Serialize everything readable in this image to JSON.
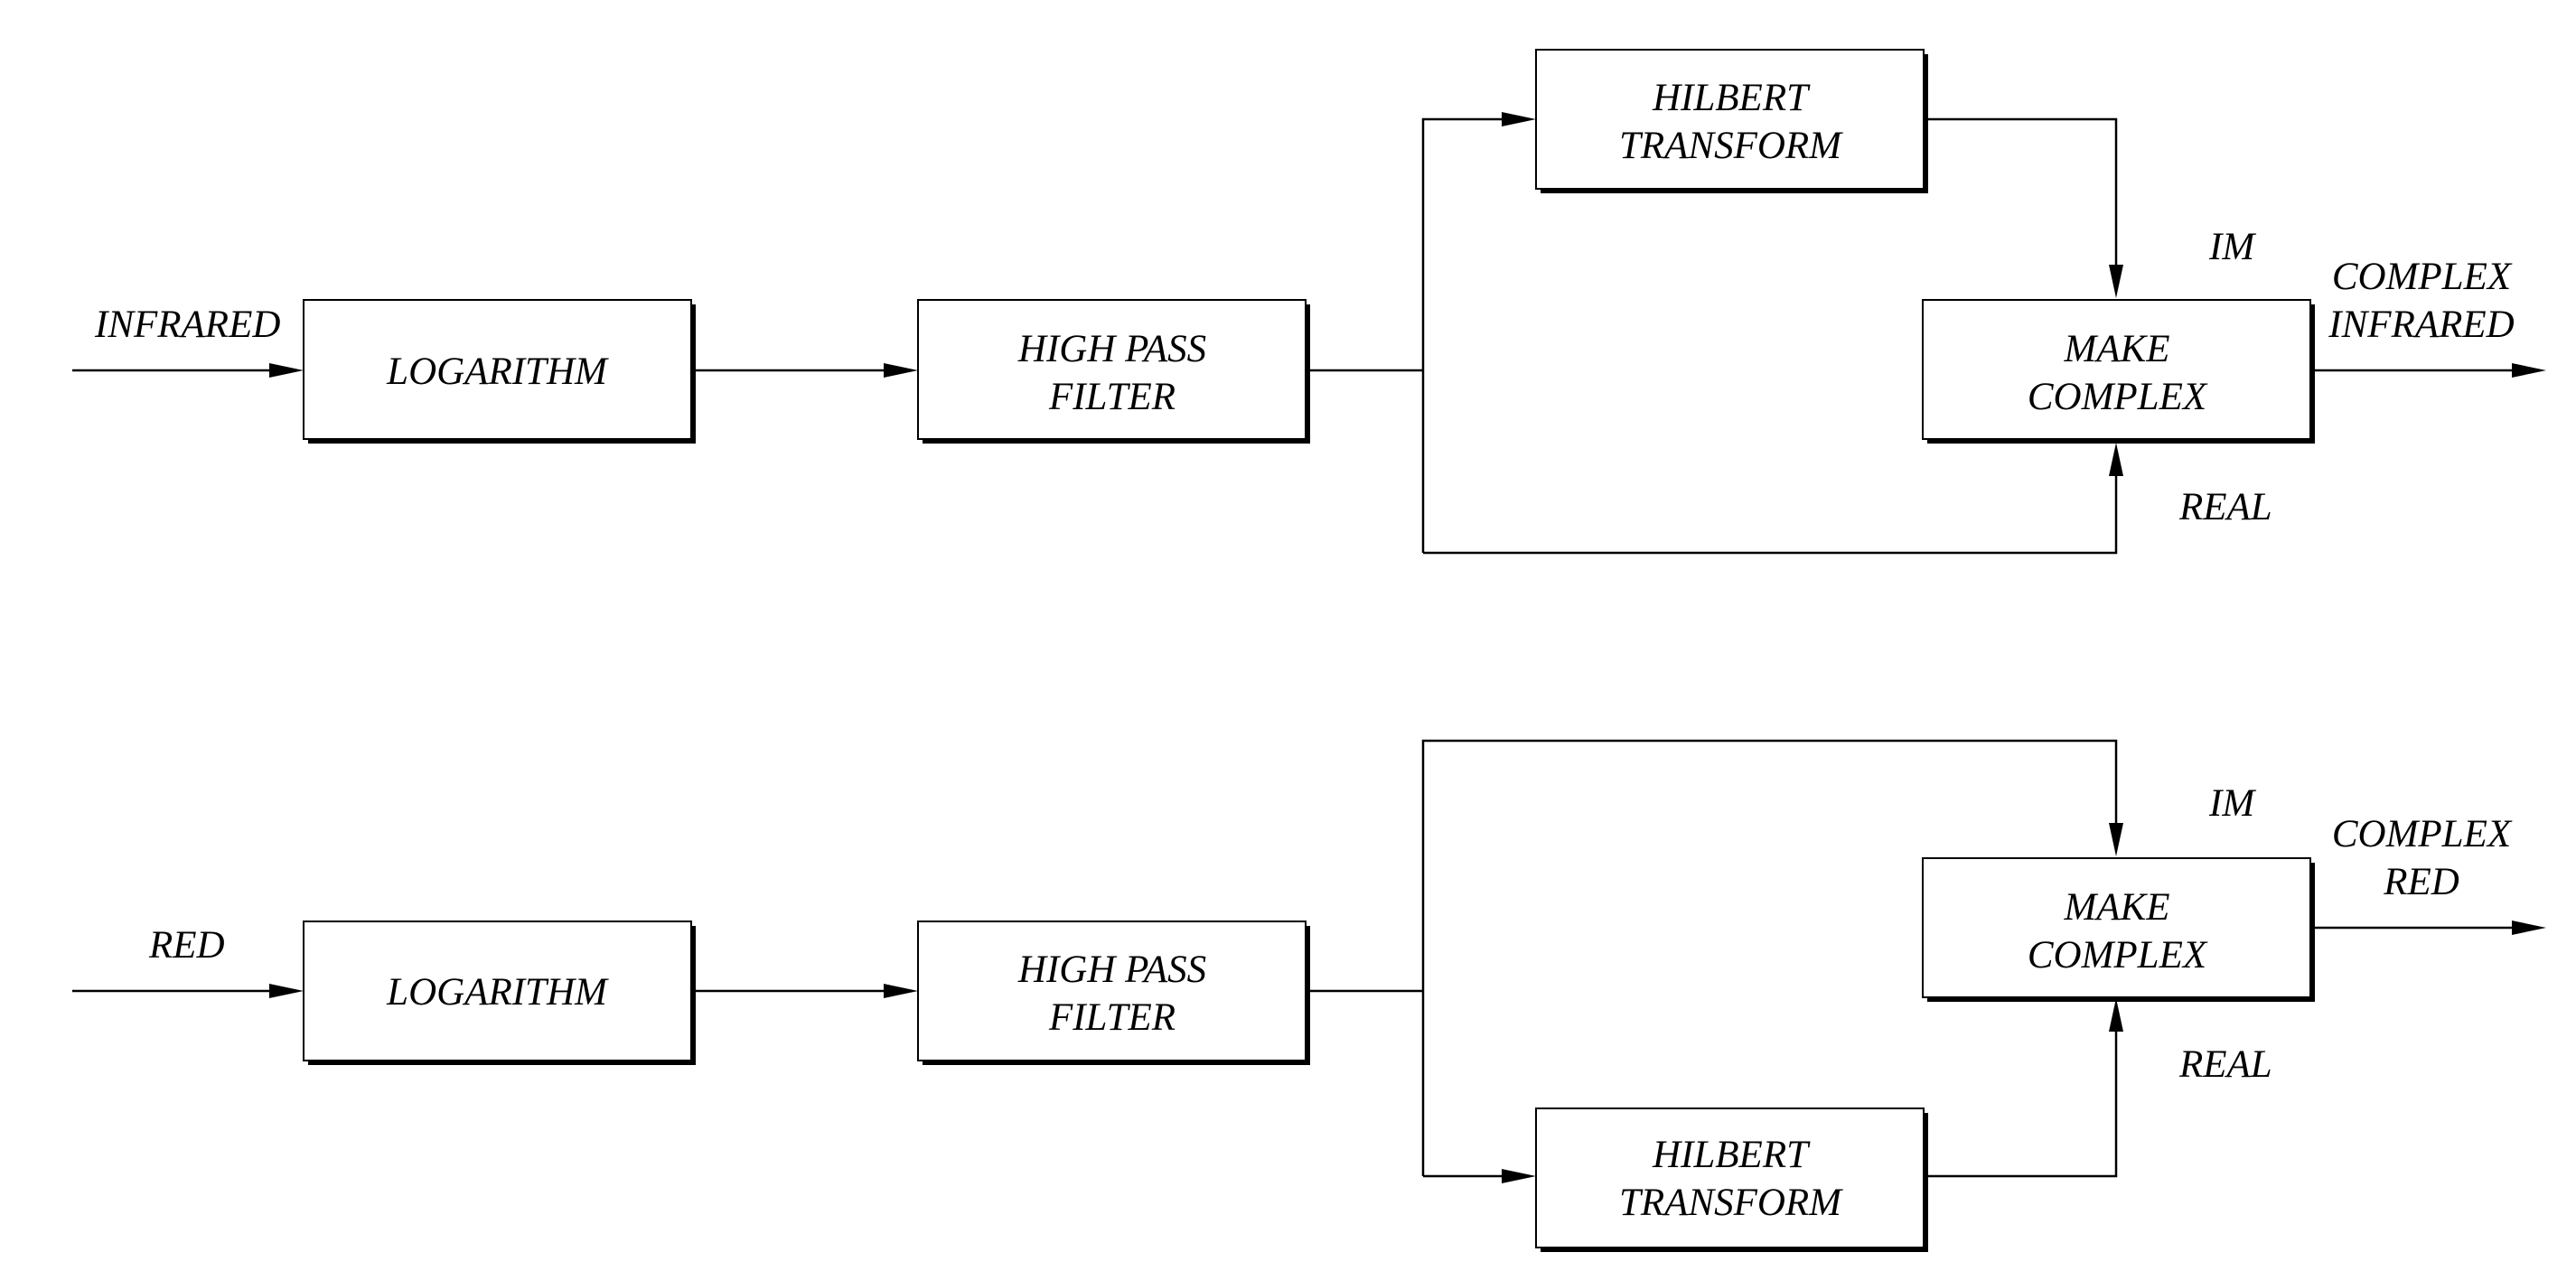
{
  "top_chain": {
    "input_label": "INFRARED",
    "log_block": "LOGARITHM",
    "hpf_block": [
      "HIGH PASS",
      "FILTER"
    ],
    "hilbert_block": [
      "HILBERT",
      "TRANSFORM"
    ],
    "make_complex_block": [
      "MAKE",
      "COMPLEX"
    ],
    "im_label": "IM",
    "real_label": "REAL",
    "output_label": [
      "COMPLEX",
      "INFRARED"
    ]
  },
  "bottom_chain": {
    "input_label": "RED",
    "log_block": "LOGARITHM",
    "hpf_block": [
      "HIGH PASS",
      "FILTER"
    ],
    "hilbert_block": [
      "HILBERT",
      "TRANSFORM"
    ],
    "make_complex_block": [
      "MAKE",
      "COMPLEX"
    ],
    "im_label": "IM",
    "real_label": "REAL",
    "output_label": [
      "COMPLEX",
      "RED"
    ]
  }
}
